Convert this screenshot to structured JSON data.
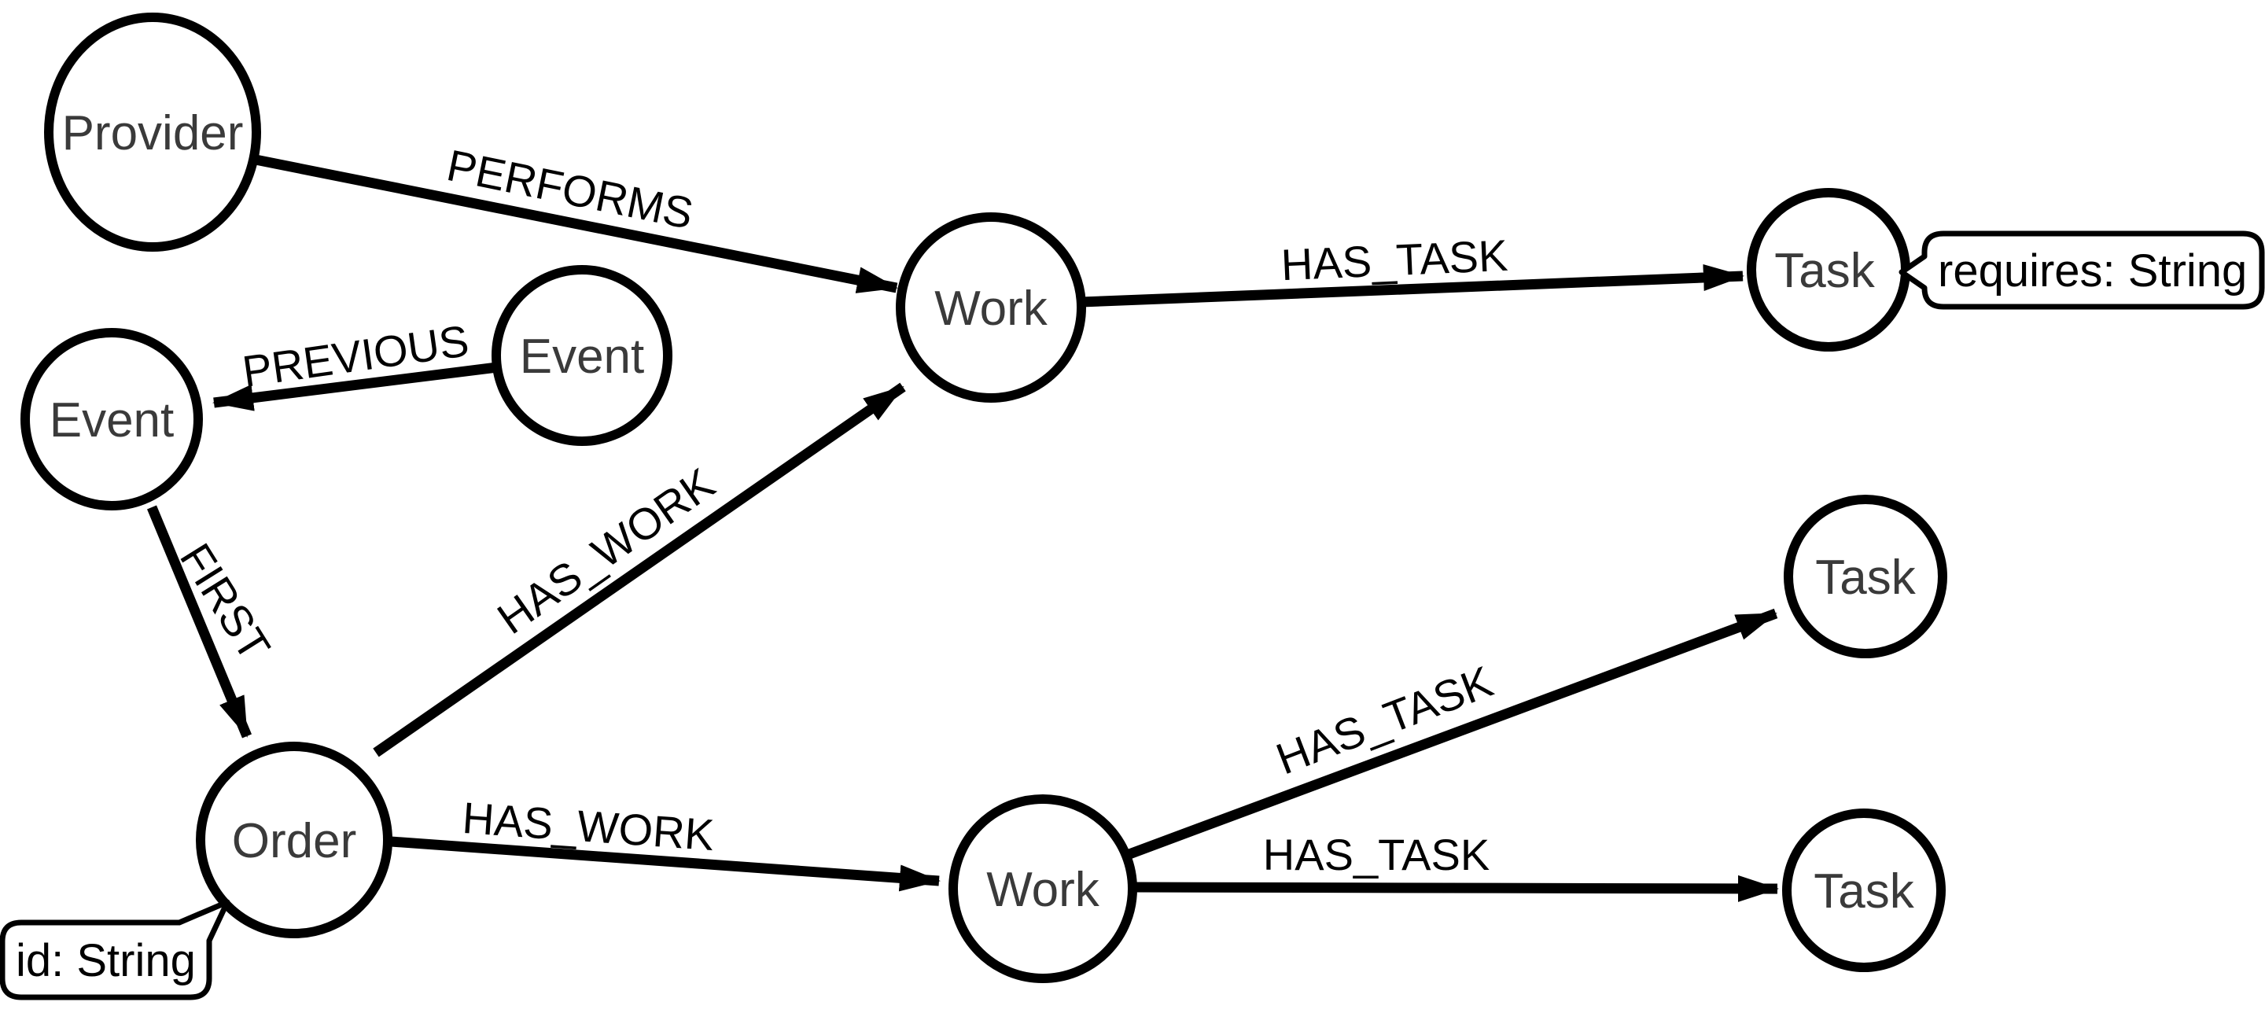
{
  "diagram": {
    "description": "Graph data model with nodes and labeled relationships",
    "colors": {
      "background": "#ffffff",
      "node_fill": "#ffffff",
      "node_stroke": "#000000",
      "node_text": "#3a3a3a",
      "edge_stroke": "#000000",
      "edge_text": "#000000"
    },
    "nodes": {
      "provider": {
        "label": "Provider"
      },
      "event_left": {
        "label": "Event"
      },
      "event_right": {
        "label": "Event"
      },
      "order": {
        "label": "Order"
      },
      "work_top": {
        "label": "Work"
      },
      "work_bottom": {
        "label": "Work"
      },
      "task_top": {
        "label": "Task"
      },
      "task_middle": {
        "label": "Task"
      },
      "task_bottom": {
        "label": "Task"
      }
    },
    "edges": {
      "performs": {
        "label": "PERFORMS",
        "from": "Provider",
        "to": "Work"
      },
      "previous": {
        "label": "PREVIOUS",
        "from": "Event",
        "to": "Event"
      },
      "first": {
        "label": "FIRST",
        "from": "Event",
        "to": "Order"
      },
      "has_work_top": {
        "label": "HAS_WORK",
        "from": "Order",
        "to": "Work"
      },
      "has_work_bottom": {
        "label": "HAS_WORK",
        "from": "Order",
        "to": "Work"
      },
      "has_task_top": {
        "label": "HAS_TASK",
        "from": "Work",
        "to": "Task"
      },
      "has_task_middle": {
        "label": "HAS_TASK",
        "from": "Work",
        "to": "Task"
      },
      "has_task_bottom": {
        "label": "HAS_TASK",
        "from": "Work",
        "to": "Task"
      }
    },
    "callouts": {
      "task_requires": {
        "text": "requires: String"
      },
      "order_id": {
        "text": "id: String"
      }
    }
  }
}
